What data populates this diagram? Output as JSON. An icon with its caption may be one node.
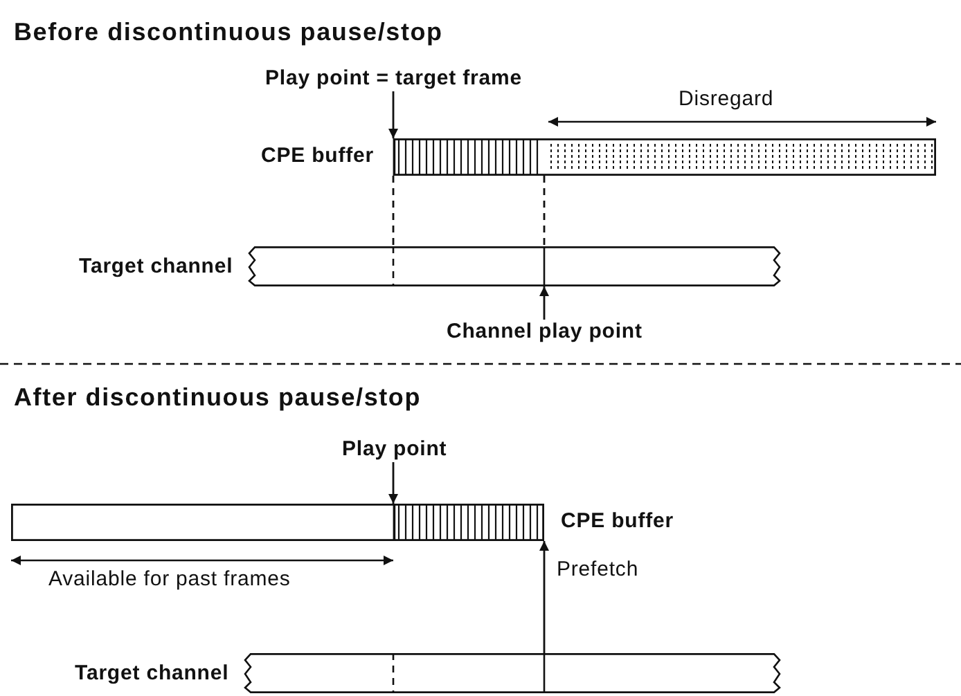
{
  "diagram": {
    "nodes": [
      {
        "text": [
          "Play point = target frame"
        ]
      },
      {
        "text": [
          "CPE buffer"
        ]
      },
      {
        "text": [],
        "shape": "bar",
        "beside": [
          "Target channel"
        ]
      },
      {
        "text": [
          "Channel play point"
        ]
      },
      {
        "text": [
          "Play point"
        ]
      },
      {
        "text": [
          "CPE buffer"
        ]
      },
      {
        "text": [],
        "shape": "bar",
        "beside": [
          "Target channel"
        ]
      }
    ],
    "edges": [
      {
        "from": 0,
        "to": 1,
        "arrow": "to"
      },
      {
        "from": 3,
        "to": 2,
        "arrow": "to"
      },
      {
        "from": 4,
        "to": 5,
        "arrow": "to"
      },
      {
        "from": 6,
        "to": 5,
        "arrow": "to",
        "label": "Prefetch"
      },
      {
        "from": 1,
        "to": 2,
        "arrow": "none",
        "style": "dashed"
      },
      {
        "from": 1,
        "to": 2,
        "arrow": "none",
        "style": "dashed"
      }
    ],
    "labels": [
      "Before discontinuous pause/stop",
      "Disregard",
      "After discontinuous pause/stop",
      "Available for past frames"
    ]
  }
}
